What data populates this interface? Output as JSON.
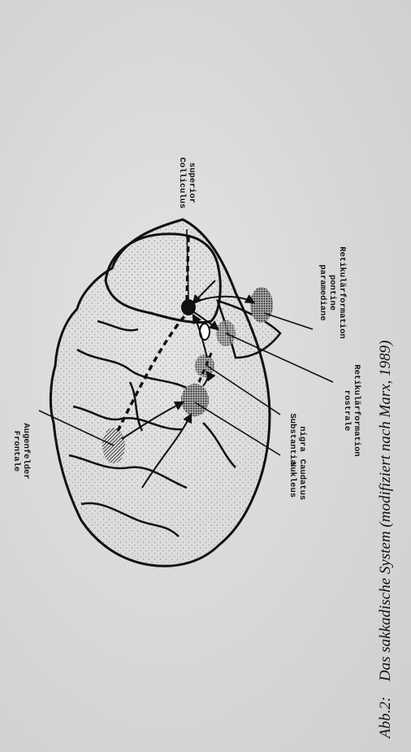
{
  "figure": {
    "labels": {
      "frontale_line1": "Frontale",
      "frontale_line2": "Augenfelder",
      "colliculus_line1": "Colliculus",
      "colliculus_line2": "superior",
      "paramediane_line1": "paramediane",
      "paramediane_line2": "pontine",
      "paramediane_line3": "Retikulärformation",
      "rostrale_line1": "rostrale",
      "rostrale_line2": "Retikulärformation",
      "substantia_line1": "Substantia",
      "substantia_line2": "nigra",
      "nukleus_line1": "Nukleus",
      "nukleus_line2": "Caudatus"
    },
    "caption_number": "Abb.2:",
    "caption_text": "Das sakkadische System (modifiziert nach Marx, 1989)"
  }
}
